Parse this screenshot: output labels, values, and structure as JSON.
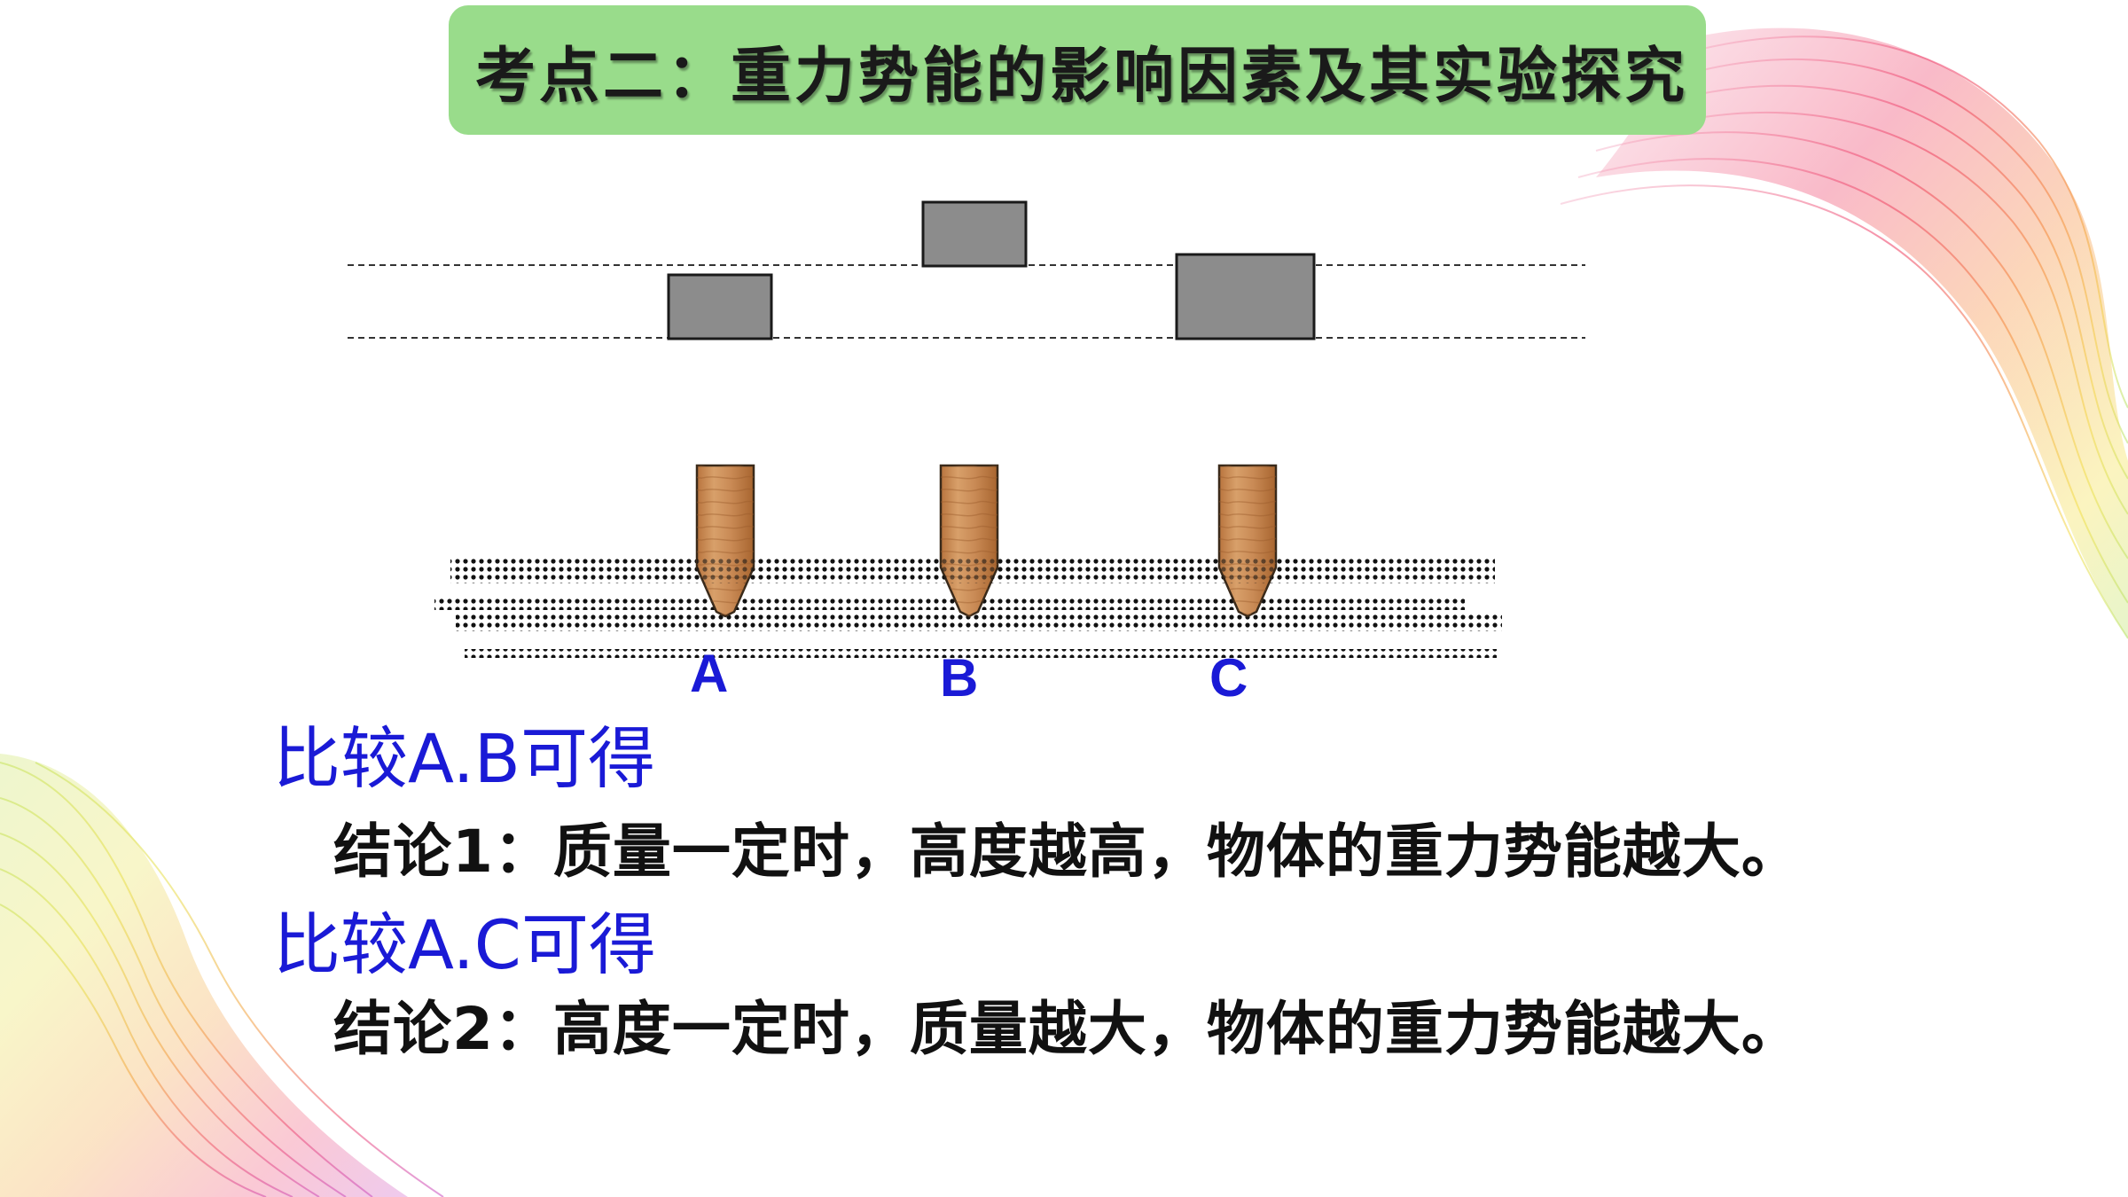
{
  "title": "考点二：重力势能的影响因素及其实验探究",
  "diagram": {
    "labels": [
      "A",
      "B",
      "C"
    ],
    "label_color": "#1a1ad6",
    "block_color": "#8c8c8c",
    "stake_color": "#c98a55",
    "sand_color": "#111111"
  },
  "comparisons": [
    {
      "compare": "比较A.B可得",
      "conclusion": "结论1：质量一定时，高度越高，物体的重力势能越大。"
    },
    {
      "compare": "比较A.C可得",
      "conclusion": "结论2：高度一定时，质量越大，物体的重力势能越大。"
    }
  ],
  "colors": {
    "title_bg": "#99dc8b",
    "compare_text": "#1a1ad6",
    "conclusion_text": "#111111"
  }
}
